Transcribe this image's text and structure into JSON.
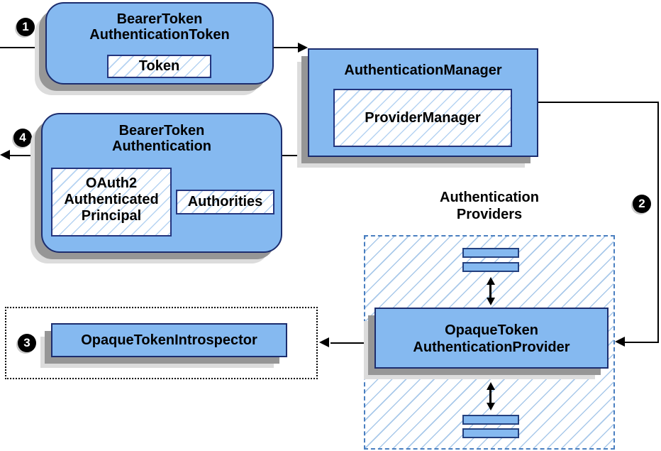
{
  "colors": {
    "box_fill": "#85b9f0",
    "box_border": "#1c2d6e",
    "hatch_line": "#b5d3f2",
    "provider_zone_hatch": "#a9c9ea",
    "provider_zone_border": "#4a7fc0",
    "shadow": "#969696",
    "shadow_light": "#dcdcdc",
    "connector": "#000000",
    "badge_bg": "#000000",
    "badge_text": "#ffffff"
  },
  "badges": {
    "step1": "1",
    "step2": "2",
    "step3": "3",
    "step4": "4"
  },
  "nodes": {
    "bearer_token_authentication_token": {
      "title_line1": "BearerToken",
      "title_line2": "AuthenticationToken",
      "inner_label": "Token"
    },
    "authentication_manager": {
      "title": "AuthenticationManager",
      "inner_label": "ProviderManager"
    },
    "bearer_token_authentication": {
      "title_line1": "BearerToken",
      "title_line2": "Authentication",
      "principal_line1": "OAuth2",
      "principal_line2": "Authenticated",
      "principal_line3": "Principal",
      "authorities_label": "Authorities"
    },
    "authentication_providers": {
      "label_line1": "Authentication",
      "label_line2": "Providers"
    },
    "opaque_token_authentication_provider": {
      "title_line1": "OpaqueToken",
      "title_line2": "AuthenticationProvider"
    },
    "opaque_token_introspector": {
      "title": "OpaqueTokenIntrospector"
    }
  }
}
